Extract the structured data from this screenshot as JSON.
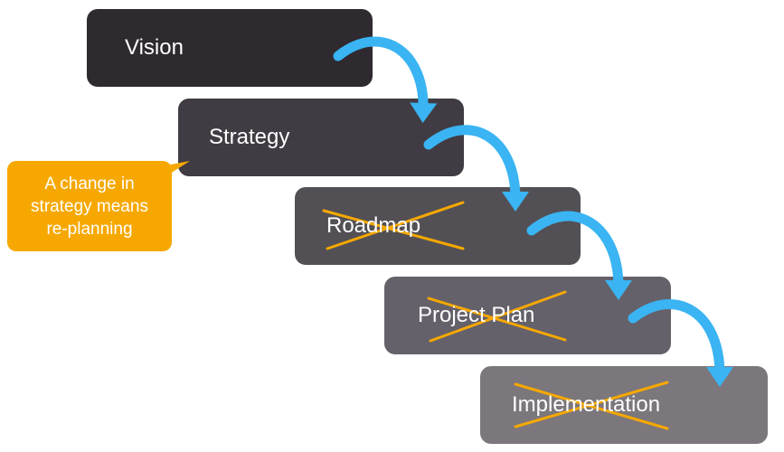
{
  "steps": [
    {
      "label": "Vision",
      "color": "#2e2a30",
      "crossed": false
    },
    {
      "label": "Strategy",
      "color": "#413c43",
      "crossed": false
    },
    {
      "label": "Roadmap",
      "color": "#535055",
      "crossed": true
    },
    {
      "label": "Project Plan",
      "color": "#65616a",
      "crossed": true
    },
    {
      "label": "Implementation",
      "color": "#7b777c",
      "crossed": true
    }
  ],
  "callout": {
    "text": "A change in\nstrategy means\nre-planning",
    "color": "#f6a800"
  },
  "arrow_color": "#3ab4f2",
  "cross_color": "#f6a800",
  "icons": {
    "arrow": "curved-arrow-icon",
    "cross": "cross-out-icon"
  }
}
